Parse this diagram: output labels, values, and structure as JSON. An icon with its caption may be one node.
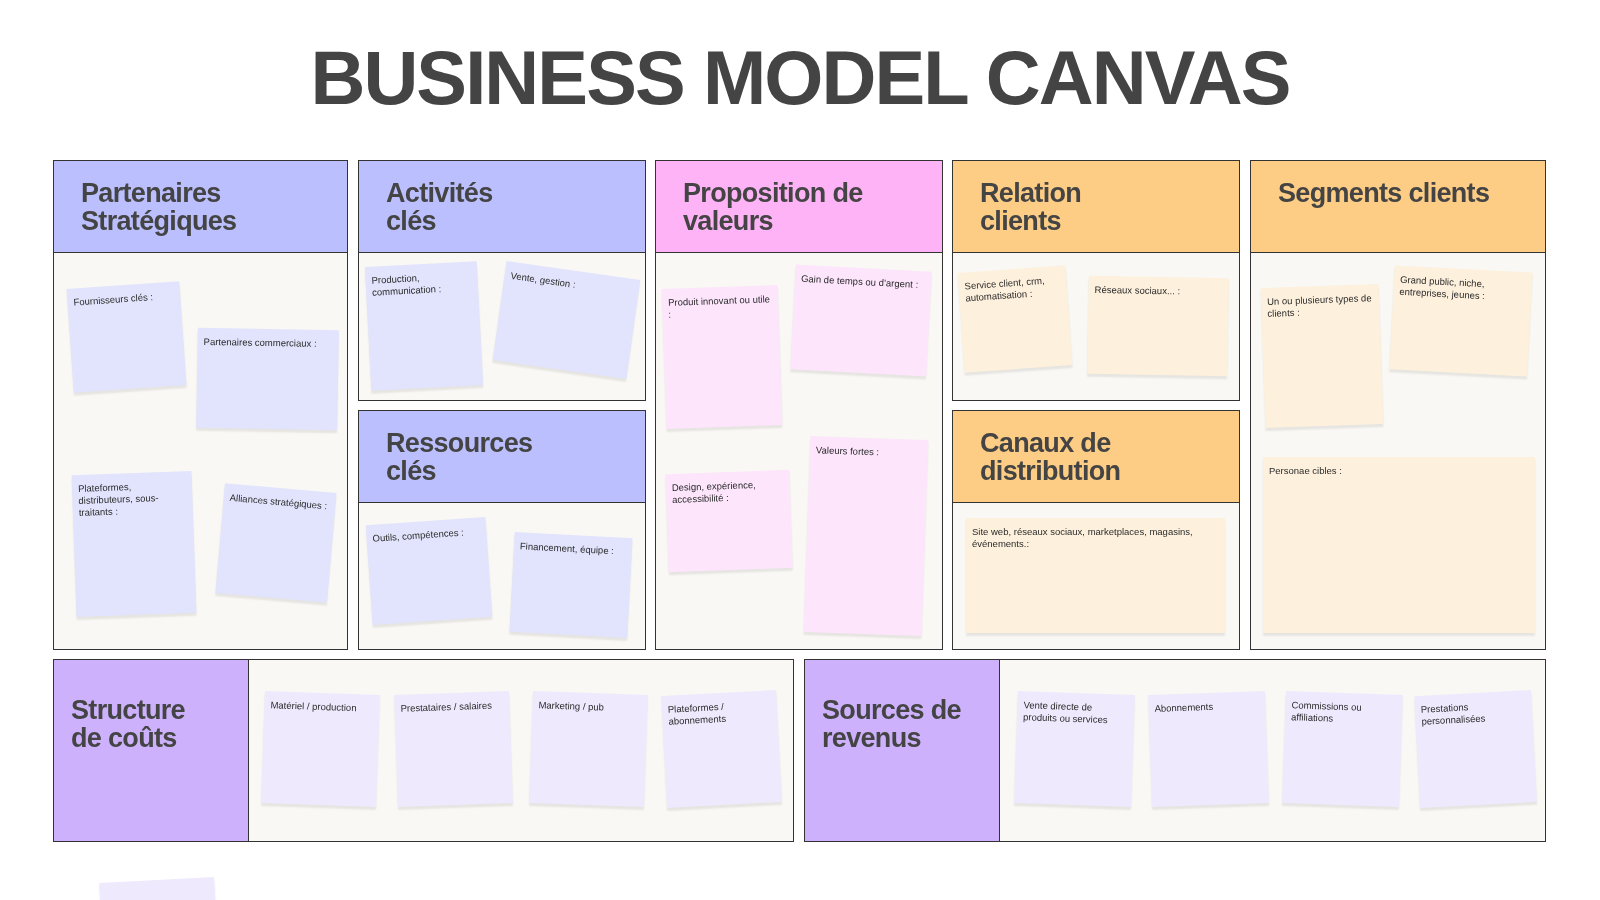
{
  "diagram": {
    "title": "BUSINESS MODEL CANVAS",
    "nodes": [
      {
        "text": [
          "Partenaires Stratégiques"
        ]
      },
      {
        "text": [
          "Fournisseurs clés :"
        ],
        "in": 0
      },
      {
        "text": [
          "Partenaires commerciaux :"
        ],
        "in": 0
      },
      {
        "text": [
          "Plateformes, distributeurs, sous-traitants :"
        ],
        "in": 0
      },
      {
        "text": [
          "Alliances stratégiques :"
        ],
        "in": 0
      },
      {
        "text": [
          "Activités clés"
        ]
      },
      {
        "text": [
          "Production, communication :"
        ],
        "in": 5
      },
      {
        "text": [
          "Vente, gestion :"
        ],
        "in": 5
      },
      {
        "text": [
          "Ressources clés"
        ]
      },
      {
        "text": [
          "Outils, compétences :"
        ],
        "in": 8
      },
      {
        "text": [
          "Financement, équipe :"
        ],
        "in": 8
      },
      {
        "text": [
          "Proposition de valeurs"
        ]
      },
      {
        "text": [
          "Produit innovant ou utile :"
        ],
        "in": 11
      },
      {
        "text": [
          "Gain de temps ou d’argent :"
        ],
        "in": 11
      },
      {
        "text": [
          "Design, expérience, accessibilité :"
        ],
        "in": 11
      },
      {
        "text": [
          "Valeurs fortes :"
        ],
        "in": 11
      },
      {
        "text": [
          "Relation clients"
        ]
      },
      {
        "text": [
          "Service client, crm, automatisation :"
        ],
        "in": 16
      },
      {
        "text": [
          "Réseaux sociaux... :"
        ],
        "in": 16
      },
      {
        "text": [
          "Canaux de distribution"
        ]
      },
      {
        "text": [
          "Site web, réseaux sociaux, marketplaces, magasins, événements.:"
        ],
        "in": 19
      },
      {
        "text": [
          "Segments clients"
        ]
      },
      {
        "text": [
          "Un ou plusieurs types de clients :"
        ],
        "in": 21
      },
      {
        "text": [
          "Grand public, niche, entreprises, jeunes :"
        ],
        "in": 21
      },
      {
        "text": [
          "Personae cibles :"
        ],
        "in": 21
      },
      {
        "text": [
          "Structure de coûts"
        ]
      },
      {
        "text": [
          "Matériel / production"
        ],
        "in": 25
      },
      {
        "text": [
          "Prestataires / salaires"
        ],
        "in": 25
      },
      {
        "text": [
          "Marketing / pub"
        ],
        "in": 25
      },
      {
        "text": [
          "Plateformes / abonnements"
        ],
        "in": 25
      },
      {
        "text": [
          "Sources de revenus"
        ]
      },
      {
        "text": [
          "Vente directe de produits ou services"
        ],
        "in": 30
      },
      {
        "text": [
          "Abonnements"
        ],
        "in": 30
      },
      {
        "text": [
          "Commissions ou affiliations"
        ],
        "in": 30
      },
      {
        "text": [
          "Prestations personnalisées"
        ],
        "in": 30
      },
      {
        "text": [],
        "shape": "box"
      }
    ],
    "edges": []
  }
}
